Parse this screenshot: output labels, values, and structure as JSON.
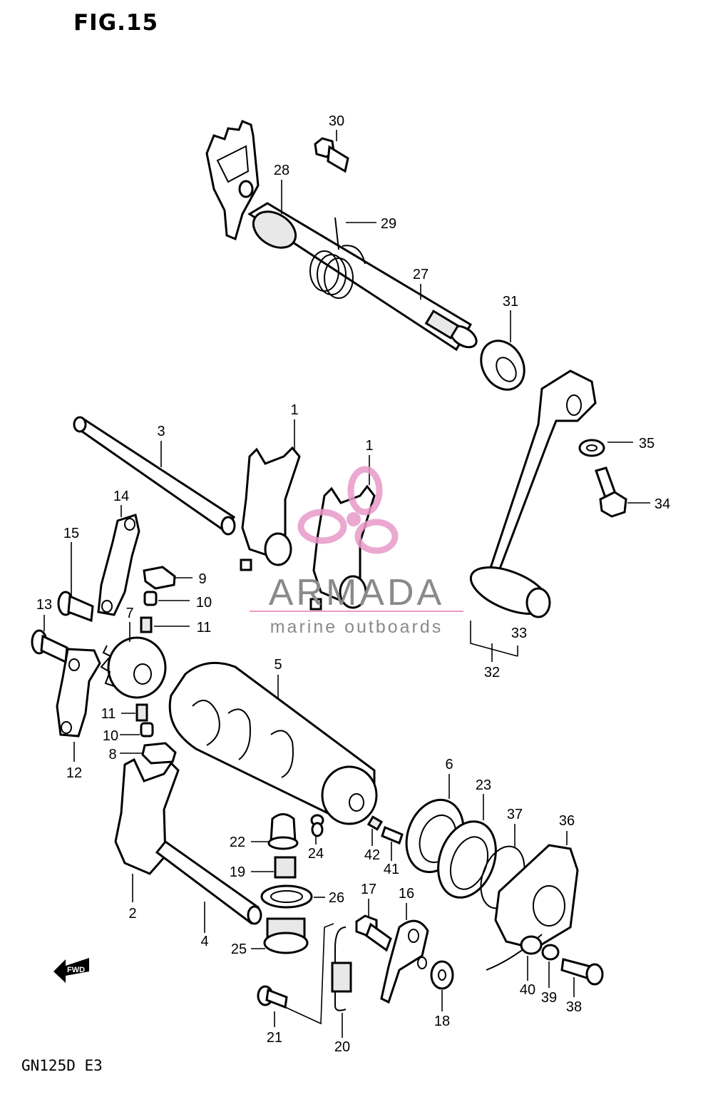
{
  "figure": {
    "title": "FIG.15",
    "model": "GN125D  E3",
    "arrow_label": "FWD"
  },
  "watermark": {
    "brand": "ARMADA",
    "tagline": "marine outboards",
    "logo_color": "#e89ac8",
    "text_color": "#8a8a8a"
  },
  "callouts": [
    {
      "id": "c30",
      "label": "30"
    },
    {
      "id": "c28",
      "label": "28"
    },
    {
      "id": "c29",
      "label": "29"
    },
    {
      "id": "c27",
      "label": "27"
    },
    {
      "id": "c31",
      "label": "31"
    },
    {
      "id": "c3",
      "label": "3"
    },
    {
      "id": "c1a",
      "label": "1"
    },
    {
      "id": "c1b",
      "label": "1"
    },
    {
      "id": "c35",
      "label": "35"
    },
    {
      "id": "c34",
      "label": "34"
    },
    {
      "id": "c14",
      "label": "14"
    },
    {
      "id": "c15",
      "label": "15"
    },
    {
      "id": "c9",
      "label": "9"
    },
    {
      "id": "c10a",
      "label": "10"
    },
    {
      "id": "c11a",
      "label": "11"
    },
    {
      "id": "c13",
      "label": "13"
    },
    {
      "id": "c7",
      "label": "7"
    },
    {
      "id": "c33",
      "label": "33"
    },
    {
      "id": "c32",
      "label": "32"
    },
    {
      "id": "c5",
      "label": "5"
    },
    {
      "id": "c11b",
      "label": "11"
    },
    {
      "id": "c10b",
      "label": "10"
    },
    {
      "id": "c8",
      "label": "8"
    },
    {
      "id": "c12",
      "label": "12"
    },
    {
      "id": "c6",
      "label": "6"
    },
    {
      "id": "c23",
      "label": "23"
    },
    {
      "id": "c37",
      "label": "37"
    },
    {
      "id": "c36",
      "label": "36"
    },
    {
      "id": "c22",
      "label": "22"
    },
    {
      "id": "c24",
      "label": "24"
    },
    {
      "id": "c42",
      "label": "42"
    },
    {
      "id": "c41",
      "label": "41"
    },
    {
      "id": "c19",
      "label": "19"
    },
    {
      "id": "c26",
      "label": "26"
    },
    {
      "id": "c2",
      "label": "2"
    },
    {
      "id": "c17",
      "label": "17"
    },
    {
      "id": "c16",
      "label": "16"
    },
    {
      "id": "c4",
      "label": "4"
    },
    {
      "id": "c25",
      "label": "25"
    },
    {
      "id": "c40",
      "label": "40"
    },
    {
      "id": "c39",
      "label": "39"
    },
    {
      "id": "c38",
      "label": "38"
    },
    {
      "id": "c18",
      "label": "18"
    },
    {
      "id": "c21",
      "label": "21"
    },
    {
      "id": "c20",
      "label": "20"
    }
  ]
}
